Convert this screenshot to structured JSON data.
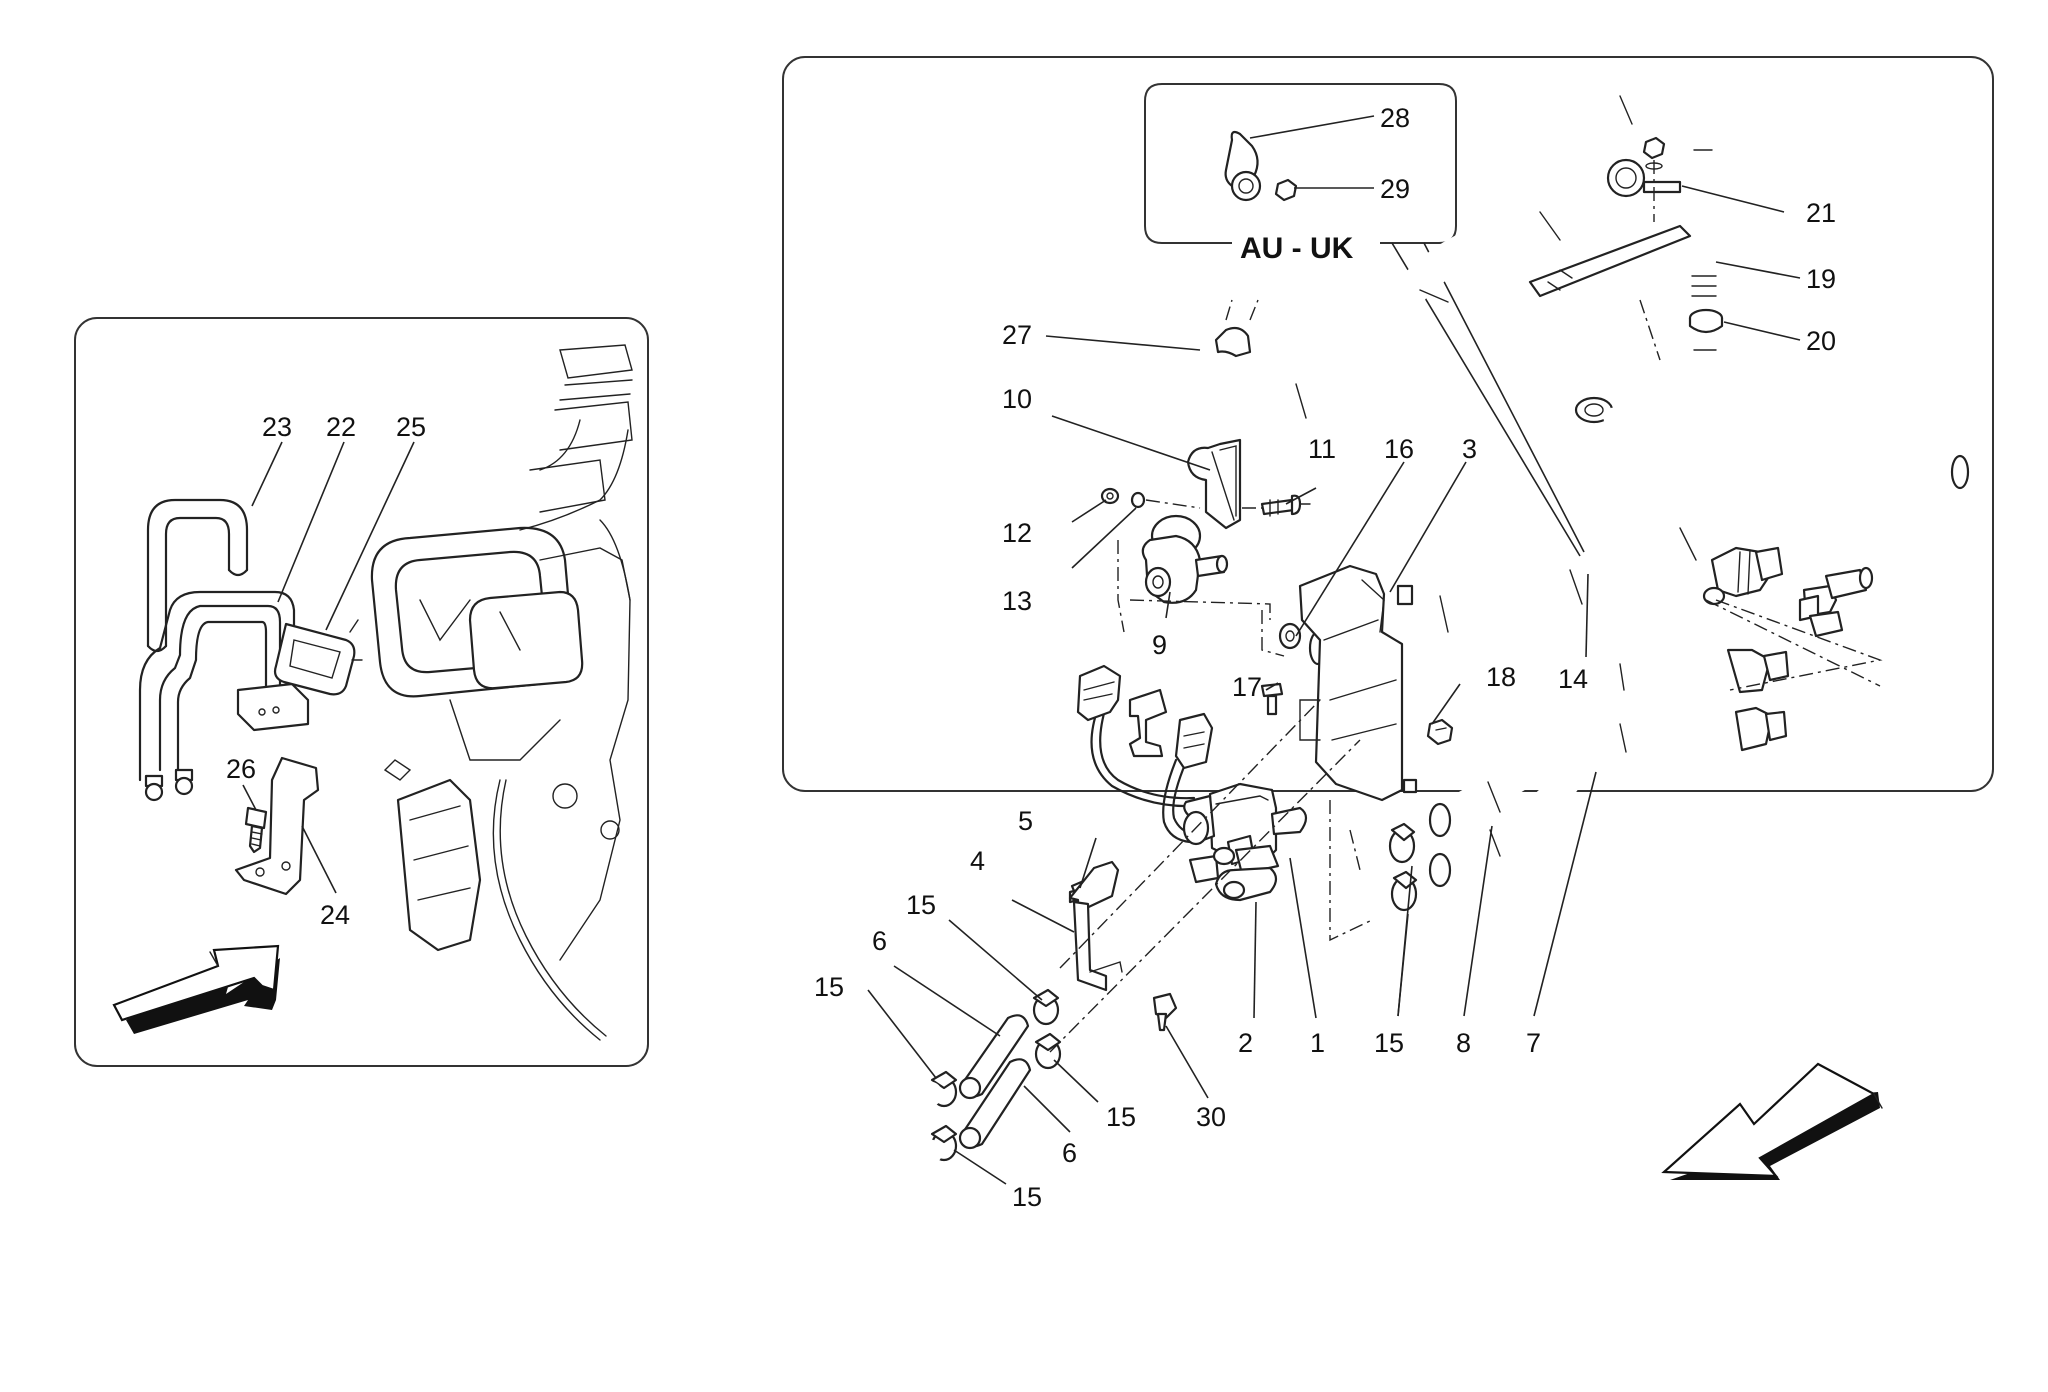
{
  "inset": {
    "title": "AU - UK"
  },
  "callouts": {
    "c1": "1",
    "c2": "2",
    "c3": "3",
    "c4": "4",
    "c5": "5",
    "c6a": "6",
    "c6b": "6",
    "c7": "7",
    "c8": "8",
    "c9": "9",
    "c10": "10",
    "c11": "11",
    "c12": "12",
    "c13": "13",
    "c14": "14",
    "c15a": "15",
    "c15b": "15",
    "c15c": "15",
    "c15d": "15",
    "c15e": "15",
    "c16": "16",
    "c17": "17",
    "c18": "18",
    "c19": "19",
    "c20": "20",
    "c21": "21",
    "c22": "22",
    "c23": "23",
    "c24": "24",
    "c25": "25",
    "c26": "26",
    "c27": "27",
    "c28": "28",
    "c29": "29",
    "c30": "30"
  },
  "icons": {
    "left_arrow": "direction-arrow-icon",
    "right_arrow": "direction-arrow-icon"
  }
}
